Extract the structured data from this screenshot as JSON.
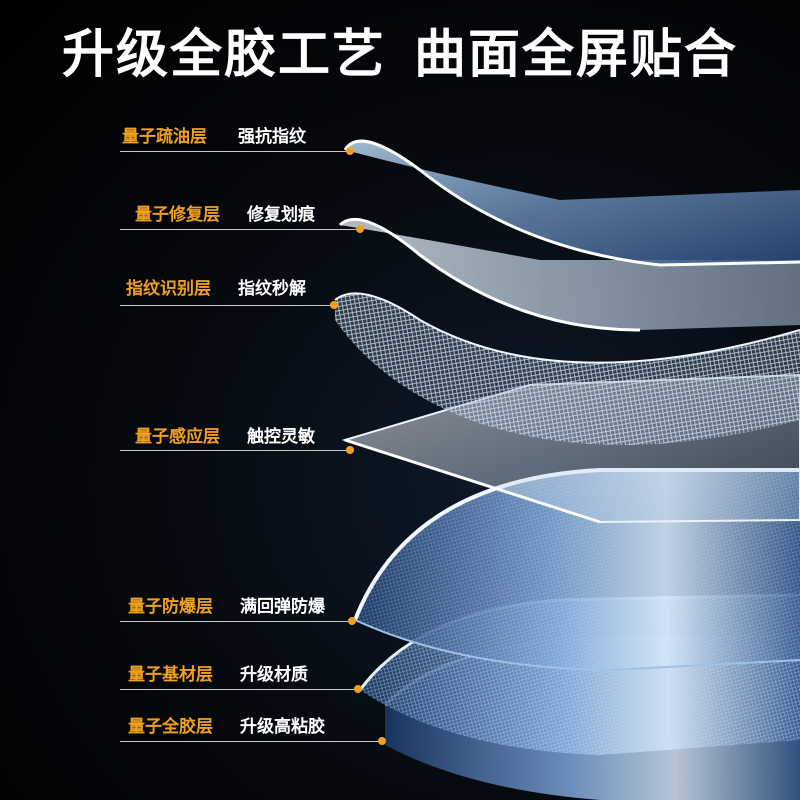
{
  "headline": {
    "left": "升级全胶工艺",
    "right": "曲面全屏贴合"
  },
  "layers": [
    {
      "name": "量子疏油层",
      "feature": "强抗指纹"
    },
    {
      "name": "量子修复层",
      "feature": "修复划痕"
    },
    {
      "name": "指纹识别层",
      "feature": "指纹秒解"
    },
    {
      "name": "量子感应层",
      "feature": "触控灵敏"
    },
    {
      "name": "量子防爆层",
      "feature": "满回弹防爆"
    },
    {
      "name": "量子基材层",
      "feature": "升级材质"
    },
    {
      "name": "量子全胶层",
      "feature": "升级高粘胶"
    }
  ],
  "colors": {
    "accent": "#f0a020",
    "text": "#ffffff",
    "background": "#000000"
  }
}
